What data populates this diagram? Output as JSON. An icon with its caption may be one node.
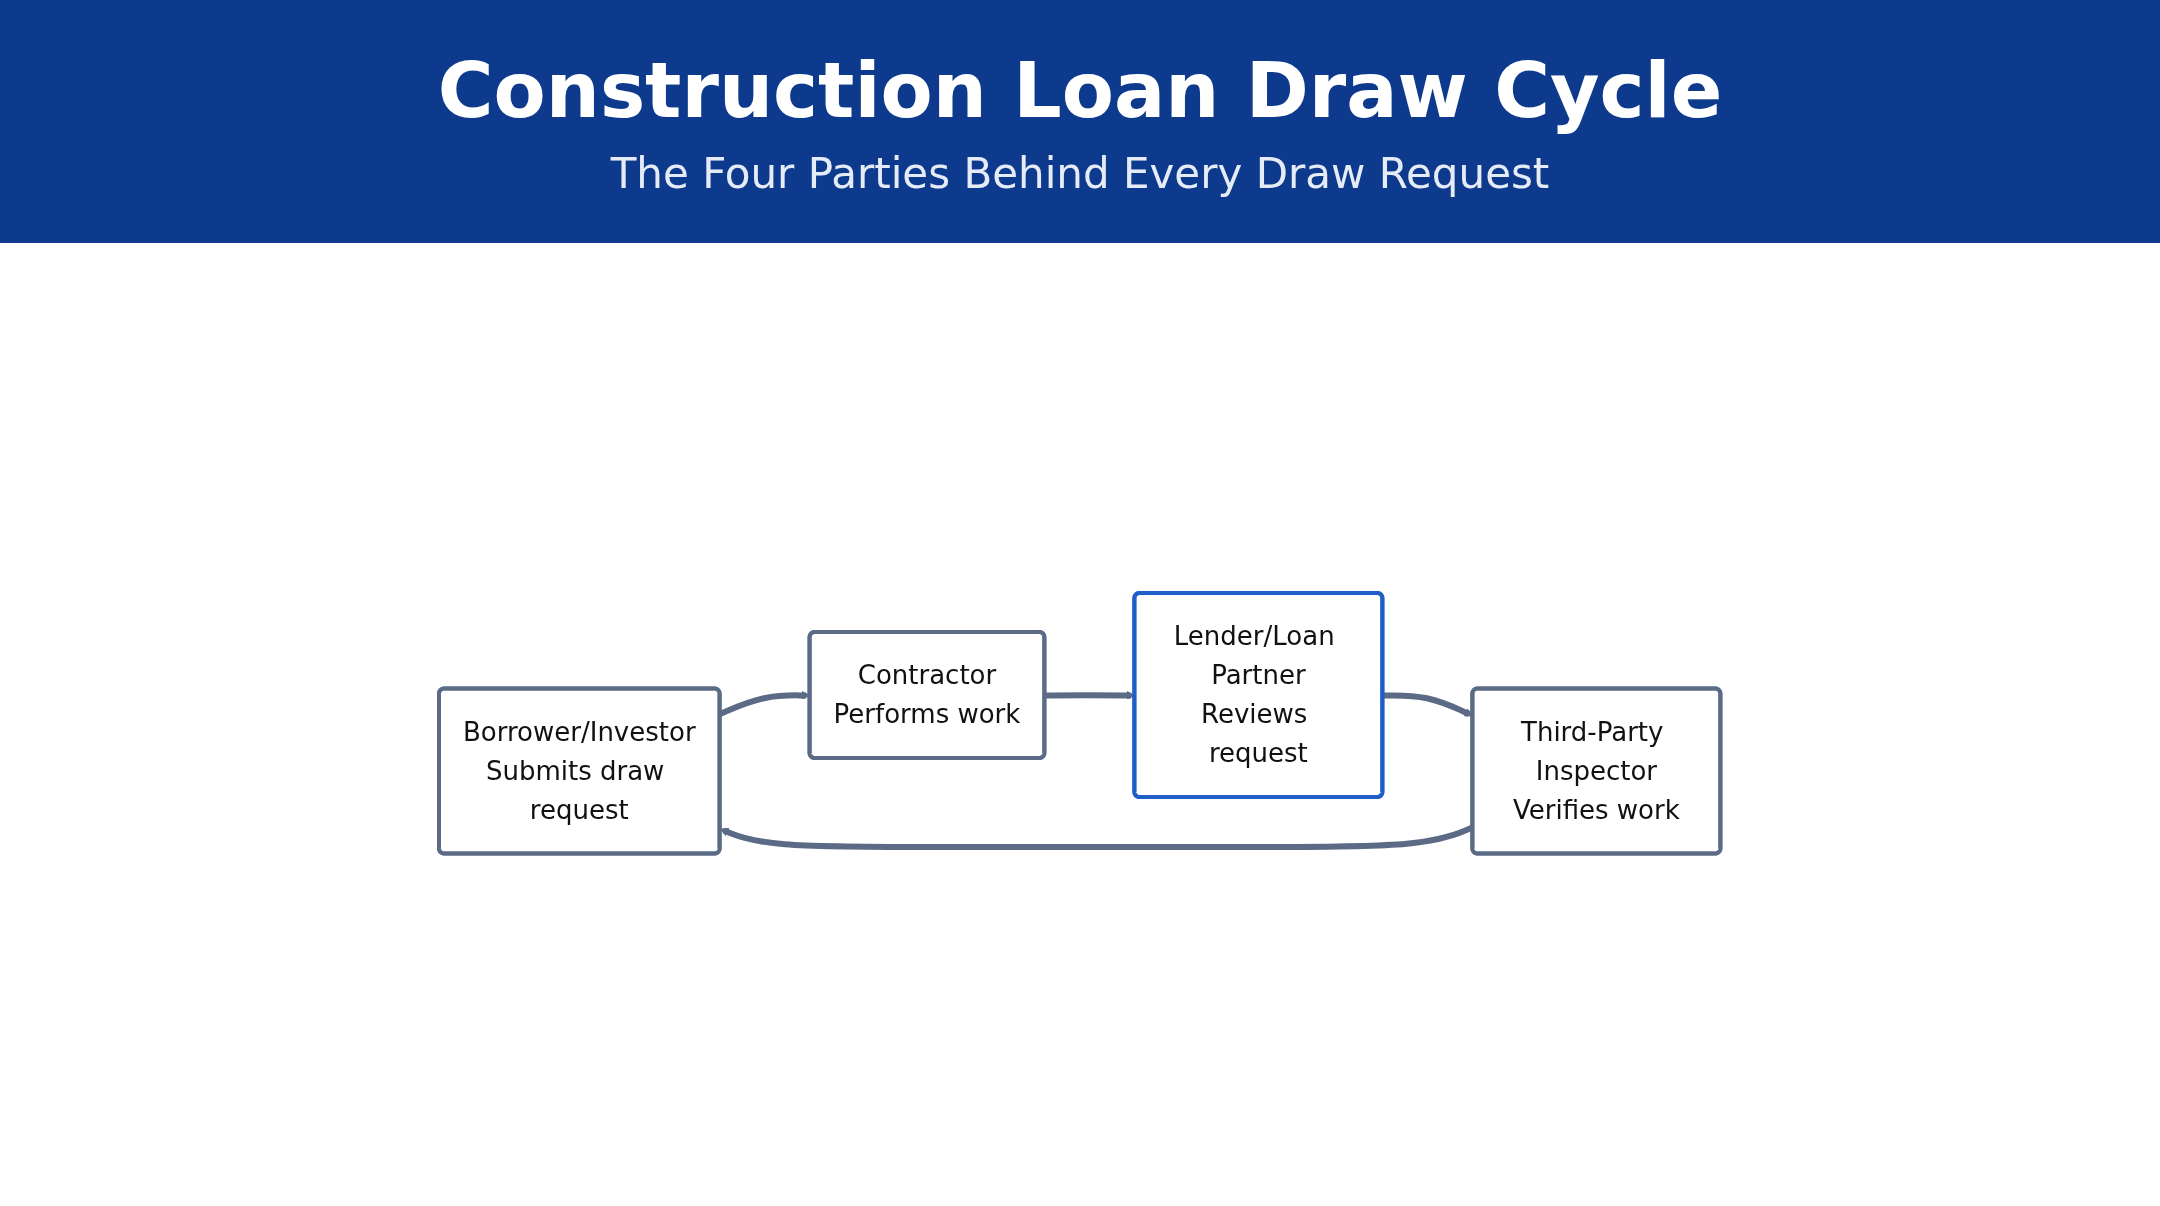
{
  "diagram": {
    "title": "Construction Loan Draw Cycle",
    "nodes": [
      {
        "text": [
          "Borrower/Investor",
          "Submits draw request"
        ]
      },
      {
        "text": [
          "Contractor",
          "Performs work"
        ]
      },
      {
        "text": [
          "Lender/Loan Partner",
          "Reviews request"
        ]
      },
      {
        "text": [
          "Third-Party Inspector",
          "Verifies work"
        ]
      }
    ],
    "edges": [
      {
        "from": 0,
        "to": 1,
        "arrow": "to"
      },
      {
        "from": 1,
        "to": 2,
        "arrow": "to"
      },
      {
        "from": 2,
        "to": 3,
        "arrow": "to"
      },
      {
        "from": 3,
        "to": 0,
        "arrow": "to"
      }
    ],
    "labels": [
      "The Four Parties Behind Every Draw Request"
    ]
  }
}
